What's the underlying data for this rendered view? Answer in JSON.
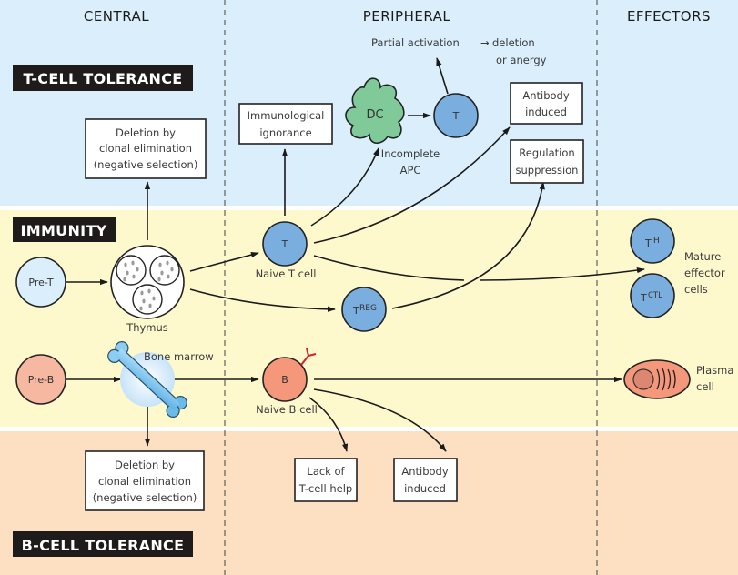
{
  "columns": [
    {
      "id": "central",
      "label": "CENTRAL"
    },
    {
      "id": "peripheral",
      "label": "PERIPHERAL"
    },
    {
      "id": "effectors",
      "label": "EFFECTORS"
    }
  ],
  "bands": [
    {
      "id": "t-cell-tolerance",
      "label": "T-CELL TOLERANCE",
      "color": "#dbeefc"
    },
    {
      "id": "immunity",
      "label": "IMMUNITY",
      "color": "#fef9cd"
    },
    {
      "id": "b-cell-tolerance",
      "label": "B-CELL TOLERANCE",
      "color": "#fde0c2"
    }
  ],
  "cells": {
    "pre_t": {
      "label": "Pre-T",
      "color": "#dbeefc"
    },
    "pre_b": {
      "label": "Pre-B",
      "color": "#f6b8a0"
    },
    "thymus": {
      "caption": "Thymus"
    },
    "bone_marrow": {
      "caption": "Bone marrow"
    },
    "naive_t": {
      "label": "T",
      "caption": "Naive T cell",
      "color": "#7aaede"
    },
    "treg": {
      "label": "T",
      "sup": "REG",
      "color": "#7aaede"
    },
    "naive_b": {
      "label": "B",
      "caption": "Naive B cell",
      "color": "#f4977a"
    },
    "dc": {
      "label": "DC",
      "caption_line1": "Incomplete",
      "caption_line2": "APC",
      "color": "#7fca98"
    },
    "t_peripheral": {
      "label": "T",
      "color": "#7aaede"
    },
    "th": {
      "label": "T",
      "sup": "H",
      "color": "#7aaede"
    },
    "tctl": {
      "label": "T",
      "sup": "CTL",
      "color": "#7aaede"
    },
    "mature_caption": [
      "Mature",
      "effector",
      "cells"
    ],
    "plasma": {
      "caption_line1": "Plasma",
      "caption_line2": "cell",
      "color": "#f4977a"
    }
  },
  "boxes": {
    "deletion_t": [
      "Deletion by",
      "clonal elimination",
      "(negative selection)"
    ],
    "deletion_b": [
      "Deletion by",
      "clonal elimination",
      "(negative selection)"
    ],
    "ignorance": [
      "Immunological",
      "ignorance"
    ],
    "antibody_t": [
      "Antibody",
      "induced"
    ],
    "regulation": [
      "Regulation",
      "suppression"
    ],
    "lack_help": [
      "Lack of",
      "T-cell help"
    ],
    "antibody_b": [
      "Antibody",
      "induced"
    ]
  },
  "annotations": {
    "partial_activation": "Partial activation",
    "arrow_glyph": "→",
    "deletion_line1": "deletion",
    "deletion_line2": "or anergy"
  },
  "colors": {
    "receptor": "#d4202a",
    "bone": "#7ec2ee",
    "marrow_glow": "#cfe7fb"
  }
}
